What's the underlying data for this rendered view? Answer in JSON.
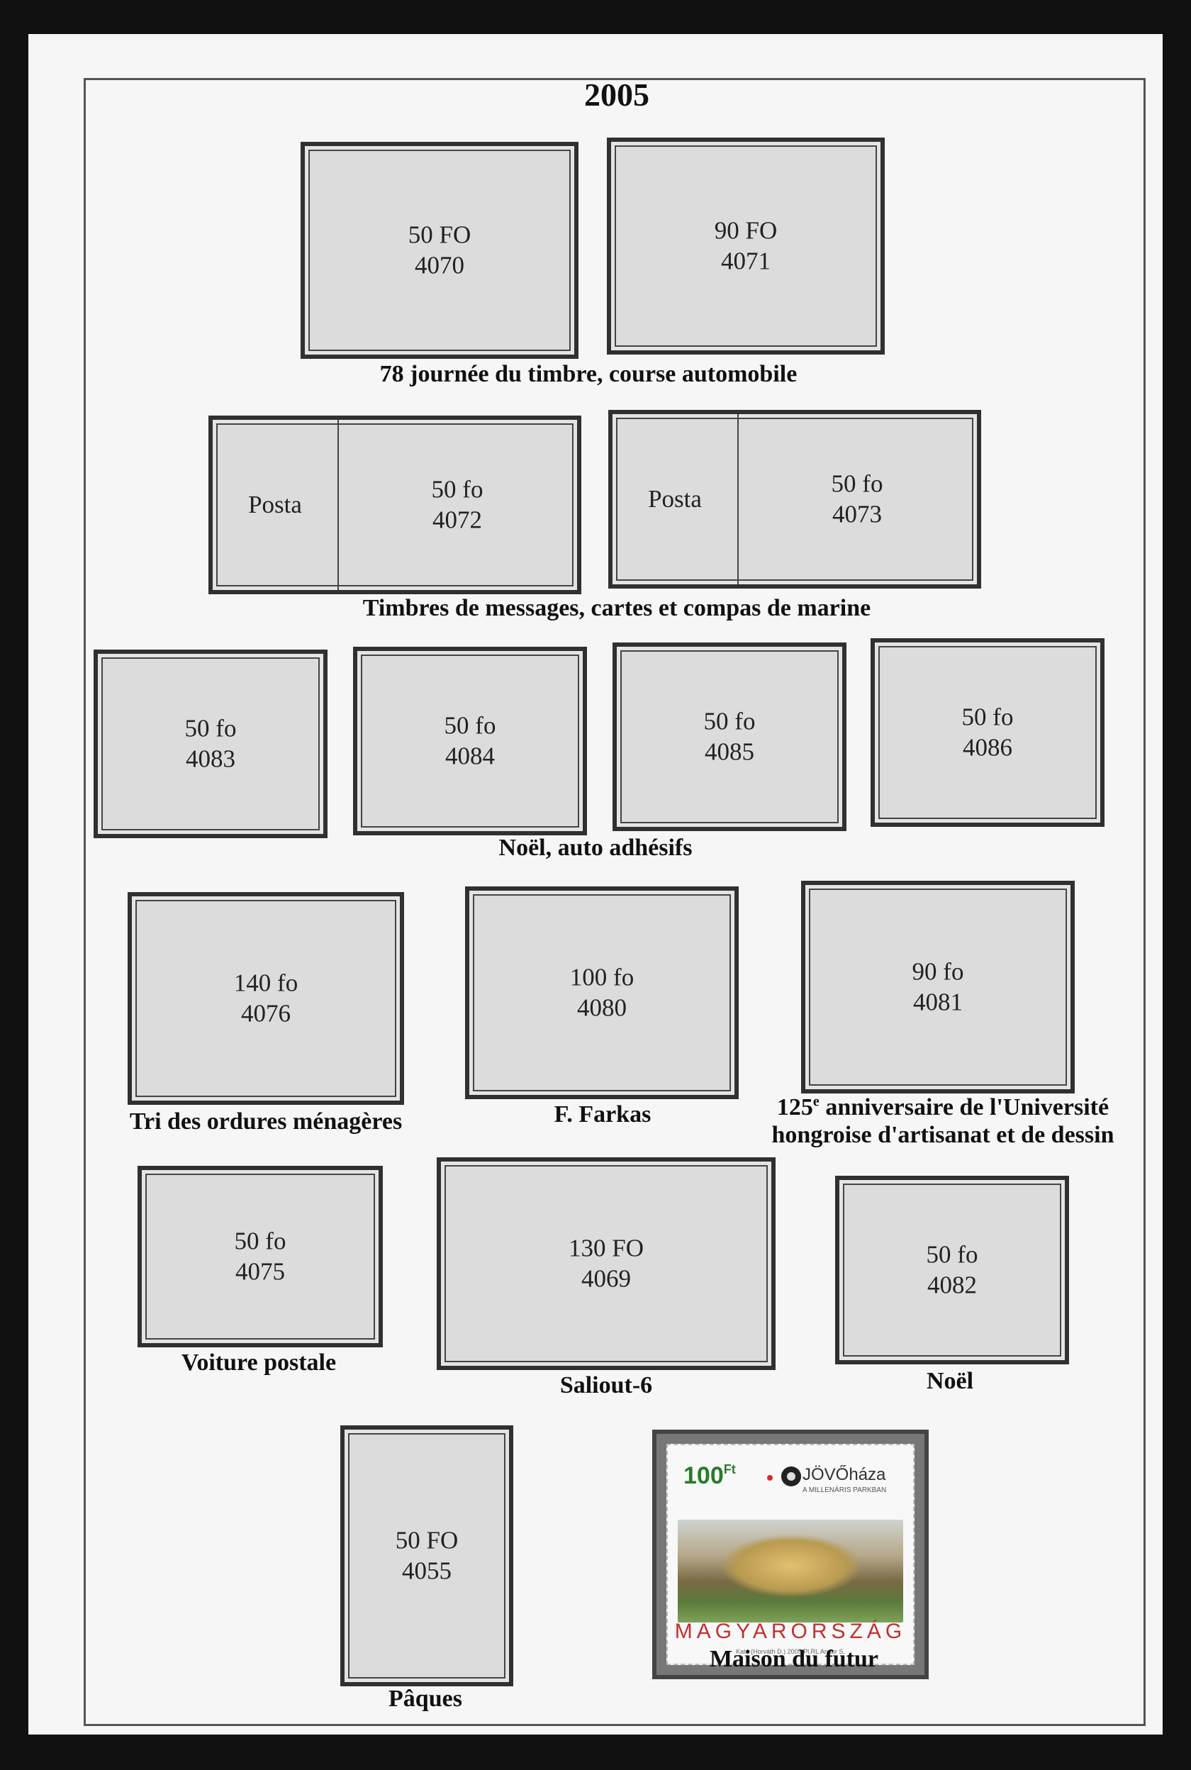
{
  "year": "2005",
  "rows": [
    {
      "caption": "78 journée du timbre, course automobile",
      "stamps": [
        {
          "value": "50 FO",
          "number": "4070"
        },
        {
          "value": "90 FO",
          "number": "4071"
        }
      ]
    },
    {
      "caption": "Timbres de messages, cartes et compas de marine",
      "stamps": [
        {
          "side": "Posta",
          "value": "50 fo",
          "number": "4072"
        },
        {
          "side": "Posta",
          "value": "50 fo",
          "number": "4073"
        }
      ]
    },
    {
      "caption": "Noël, auto adhésifs",
      "stamps": [
        {
          "value": "50 fo",
          "number": "4083"
        },
        {
          "value": "50 fo",
          "number": "4084"
        },
        {
          "value": "50 fo",
          "number": "4085"
        },
        {
          "value": "50 fo",
          "number": "4086"
        }
      ]
    },
    {
      "stamps": [
        {
          "value": "140 fo",
          "number": "4076",
          "caption": "Tri des ordures ménagères"
        },
        {
          "value": "100 fo",
          "number": "4080",
          "caption": "F. Farkas"
        },
        {
          "value": "90 fo",
          "number": "4081",
          "caption_num": "125",
          "caption_sup": "e",
          "caption_line1": " anniversaire de l'Université",
          "caption_line2": "hongroise d'artisanat et de dessin"
        }
      ]
    },
    {
      "stamps": [
        {
          "value": "50 fo",
          "number": "4075",
          "caption": "Voiture postale"
        },
        {
          "value": "130 FO",
          "number": "4069",
          "caption": "Saliout-6"
        },
        {
          "value": "50 fo",
          "number": "4082",
          "caption": "Noël"
        }
      ]
    },
    {
      "stamps": [
        {
          "value": "50 FO",
          "number": "4055",
          "caption": "Pâques"
        }
      ],
      "mounted_stamp": {
        "caption": "Maison du futur",
        "face_value": "100",
        "currency": "Ft",
        "brand": "JÖVŐháza",
        "brand_sub": "A MILLENÁRIS PARKBAN",
        "country": "MAGYARORSZÁG",
        "credit": "Kató (Horváth D.)  2005  Pl.RL  Andor S."
      }
    }
  ]
}
